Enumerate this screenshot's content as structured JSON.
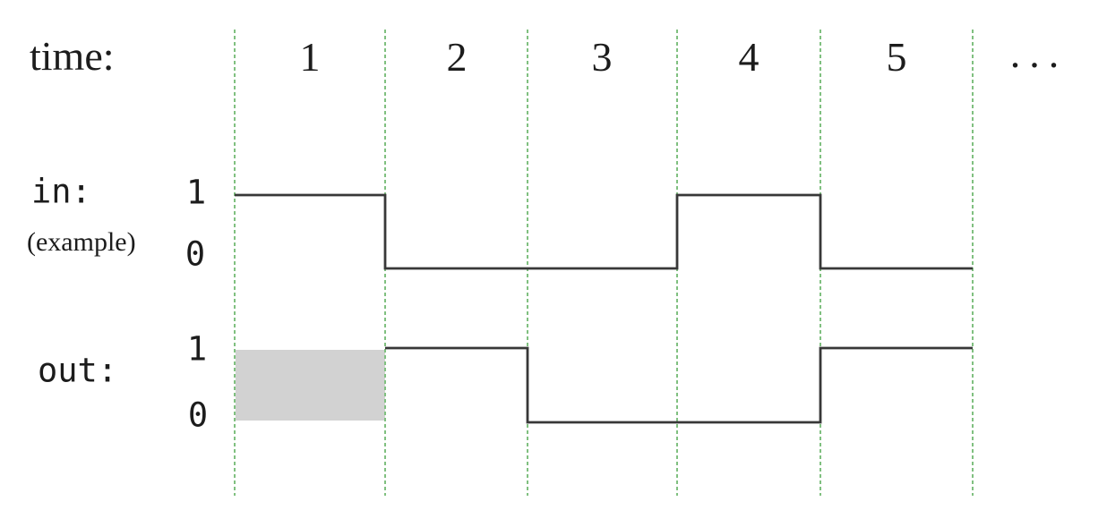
{
  "figure": {
    "time_label": "time:",
    "time_ticks": [
      "1",
      "2",
      "3",
      "4",
      "5"
    ],
    "ellipsis": "...",
    "signals": [
      {
        "id": "in",
        "name_label": "in:",
        "sublabel": "(example)",
        "high_label": "1",
        "low_label": "0",
        "values": [
          1,
          0,
          0,
          1,
          0
        ]
      },
      {
        "id": "out",
        "name_label": "out:",
        "high_label": "1",
        "low_label": "0",
        "values": [
          "unknown",
          1,
          0,
          0,
          1
        ]
      }
    ],
    "colors": {
      "boundary_green": "#80c080",
      "waveform": "#383838",
      "unknown_fill": "#d2d2d2",
      "background": "#ffffff",
      "text": "#1c1c1c"
    }
  },
  "chart_data": {
    "type": "line",
    "subtype": "digital-timing-diagram",
    "title": "",
    "xlabel": "time:",
    "x": [
      1,
      2,
      3,
      4,
      5
    ],
    "x_continues": "...",
    "y_levels": [
      "0",
      "1"
    ],
    "series": [
      {
        "name": "in (example)",
        "values": [
          1,
          0,
          0,
          1,
          0
        ]
      },
      {
        "name": "out",
        "values": [
          "unknown",
          1,
          0,
          0,
          1
        ]
      }
    ],
    "legend_position": "left-margin-row-labels",
    "grid": "dashed-green-vertical-period-boundaries",
    "annotations": [
      "out value during time 1 is undefined, shown as gray shaded region"
    ]
  }
}
